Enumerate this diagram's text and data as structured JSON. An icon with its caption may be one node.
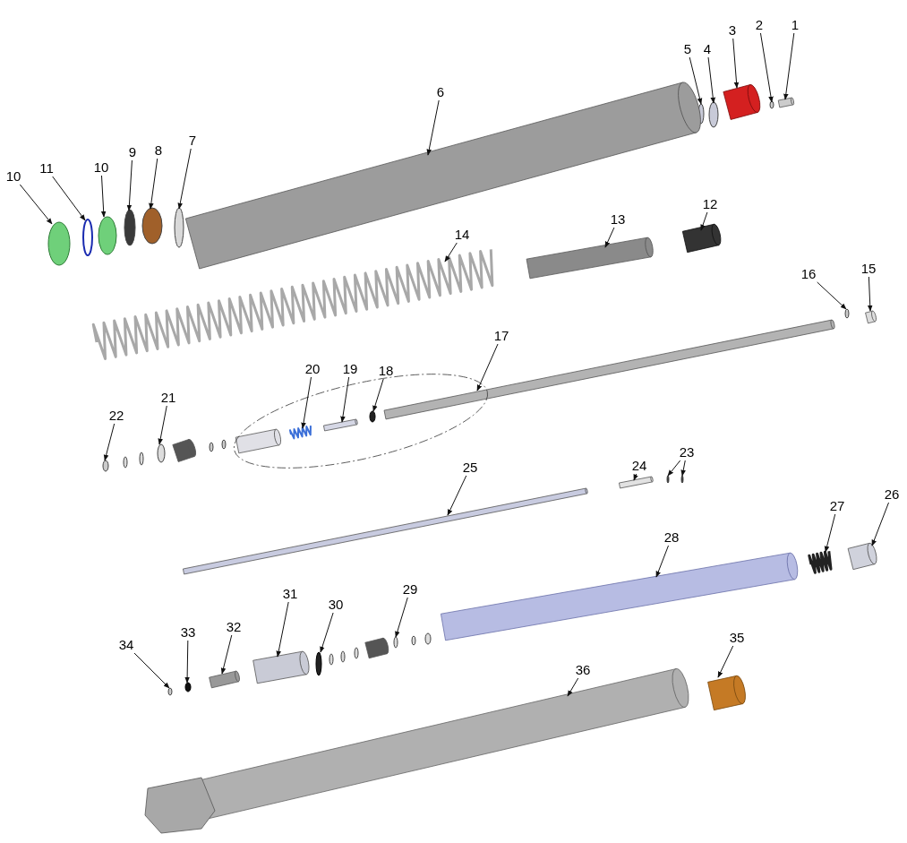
{
  "diagram": {
    "nodes": [
      {
        "text": [
          "1"
        ]
      },
      {
        "text": [
          "2"
        ]
      },
      {
        "text": [
          "3"
        ]
      },
      {
        "text": [
          "4"
        ]
      },
      {
        "text": [
          "5"
        ]
      },
      {
        "text": [
          "6"
        ]
      },
      {
        "text": [
          "7"
        ]
      },
      {
        "text": [
          "8"
        ]
      },
      {
        "text": [
          "9"
        ]
      },
      {
        "text": [
          "10"
        ]
      },
      {
        "text": [
          "11"
        ]
      },
      {
        "text": [
          "10"
        ]
      },
      {
        "text": [
          "12"
        ]
      },
      {
        "text": [
          "13"
        ]
      },
      {
        "text": [
          "14"
        ]
      },
      {
        "text": [
          "15"
        ]
      },
      {
        "text": [
          "16"
        ]
      },
      {
        "text": [
          "17"
        ]
      },
      {
        "text": [
          "18"
        ]
      },
      {
        "text": [
          "19"
        ]
      },
      {
        "text": [
          "20"
        ]
      },
      {
        "text": [
          "21"
        ]
      },
      {
        "text": [
          "22"
        ]
      },
      {
        "text": [
          "23"
        ]
      },
      {
        "text": [
          "24"
        ]
      },
      {
        "text": [
          "25"
        ]
      },
      {
        "text": [
          "26"
        ]
      },
      {
        "text": [
          "27"
        ]
      },
      {
        "text": [
          "28"
        ]
      },
      {
        "text": [
          "29"
        ]
      },
      {
        "text": [
          "30"
        ]
      },
      {
        "text": [
          "31"
        ]
      },
      {
        "text": [
          "32"
        ]
      },
      {
        "text": [
          "33"
        ]
      },
      {
        "text": [
          "34"
        ]
      },
      {
        "text": [
          "35"
        ]
      },
      {
        "text": [
          "36"
        ]
      },
      {
        "text": [],
        "shape": "cylinder"
      },
      {
        "text": [],
        "shape": "circle"
      },
      {
        "text": [],
        "shape": "cylinder"
      },
      {
        "text": [],
        "shape": "circle"
      },
      {
        "text": [],
        "shape": "circle"
      },
      {
        "text": [],
        "shape": "cylinder"
      },
      {
        "text": [],
        "shape": "circle"
      },
      {
        "text": [],
        "shape": "circle"
      },
      {
        "text": [],
        "shape": "circle"
      },
      {
        "text": [],
        "shape": "circle"
      },
      {
        "text": [],
        "shape": "circle"
      },
      {
        "text": [],
        "shape": "circle"
      },
      {
        "text": [],
        "shape": "cylinder"
      },
      {
        "text": [],
        "shape": "cylinder"
      },
      {
        "text": [],
        "shape": "picture"
      },
      {
        "text": [],
        "shape": "cylinder"
      },
      {
        "text": [],
        "shape": "circle"
      },
      {
        "text": [],
        "shape": "cylinder"
      },
      {
        "text": [],
        "shape": "circle"
      },
      {
        "text": [],
        "shape": "cylinder"
      },
      {
        "text": [],
        "shape": "picture"
      },
      {
        "text": [],
        "shape": "circle"
      },
      {
        "text": [],
        "shape": "circle"
      },
      {
        "text": [],
        "shape": "circle"
      },
      {
        "text": [],
        "shape": "circle"
      },
      {
        "text": [],
        "shape": "cylinder"
      },
      {
        "text": [],
        "shape": "cylinder"
      },
      {
        "text": [],
        "shape": "cylinder"
      },
      {
        "text": [],
        "shape": "picture"
      },
      {
        "text": [],
        "shape": "cylinder"
      },
      {
        "text": [],
        "shape": "circle"
      },
      {
        "text": [],
        "shape": "circle"
      },
      {
        "text": [],
        "shape": "cylinder"
      },
      {
        "text": [],
        "shape": "cylinder"
      },
      {
        "text": [],
        "shape": "circle"
      },
      {
        "text": [],
        "shape": "circle"
      },
      {
        "text": [],
        "shape": "cylinder"
      },
      {
        "text": [],
        "shape": "picture"
      },
      {
        "text": [],
        "shape": "cylinder"
      },
      {
        "text": [],
        "shape": "circle"
      },
      {
        "text": [],
        "shape": "circle"
      },
      {
        "text": [],
        "shape": "cylinder"
      },
      {
        "text": [],
        "shape": "circle"
      },
      {
        "text": [],
        "shape": "circle"
      },
      {
        "text": [],
        "shape": "cylinder"
      },
      {
        "text": [],
        "shape": "circle"
      },
      {
        "text": [],
        "shape": "circle"
      },
      {
        "text": [],
        "shape": "circle"
      },
      {
        "text": [],
        "shape": "circle"
      },
      {
        "text": [],
        "shape": "circle"
      }
    ],
    "edges": [
      {
        "from": 0,
        "to": 37,
        "arrow": "to"
      },
      {
        "from": 1,
        "to": 38,
        "arrow": "to"
      },
      {
        "from": 2,
        "to": 39,
        "arrow": "to"
      },
      {
        "from": 3,
        "to": 40,
        "arrow": "to"
      },
      {
        "from": 4,
        "to": 41,
        "arrow": "to"
      },
      {
        "from": 5,
        "to": 42,
        "arrow": "to"
      },
      {
        "from": 6,
        "to": 43,
        "arrow": "to"
      },
      {
        "from": 7,
        "to": 44,
        "arrow": "to"
      },
      {
        "from": 8,
        "to": 45,
        "arrow": "to"
      },
      {
        "from": 9,
        "to": 46,
        "arrow": "to"
      },
      {
        "from": 10,
        "to": 47,
        "arrow": "to"
      },
      {
        "from": 11,
        "to": 48,
        "arrow": "to"
      },
      {
        "from": 12,
        "to": 49,
        "arrow": "to"
      },
      {
        "from": 13,
        "to": 50,
        "arrow": "to"
      },
      {
        "from": 14,
        "to": 51,
        "arrow": "to"
      },
      {
        "from": 15,
        "to": 52,
        "arrow": "to"
      },
      {
        "from": 16,
        "to": 53,
        "arrow": "to"
      },
      {
        "from": 17,
        "to": 54,
        "arrow": "to"
      },
      {
        "from": 18,
        "to": 55,
        "arrow": "to"
      },
      {
        "from": 19,
        "to": 56,
        "arrow": "to"
      },
      {
        "from": 20,
        "to": 57,
        "arrow": "to"
      },
      {
        "from": 21,
        "to": 58,
        "arrow": "to"
      },
      {
        "from": 22,
        "to": 59,
        "arrow": "to"
      },
      {
        "from": 23,
        "to": 60,
        "arrow": "to"
      },
      {
        "from": 23,
        "to": 61,
        "arrow": "to"
      },
      {
        "from": 24,
        "to": 62,
        "arrow": "to"
      },
      {
        "from": 25,
        "to": 63,
        "arrow": "to"
      },
      {
        "from": 26,
        "to": 64,
        "arrow": "to"
      },
      {
        "from": 27,
        "to": 65,
        "arrow": "to"
      },
      {
        "from": 28,
        "to": 66,
        "arrow": "to"
      },
      {
        "from": 29,
        "to": 67,
        "arrow": "to"
      },
      {
        "from": 30,
        "to": 68,
        "arrow": "to"
      },
      {
        "from": 31,
        "to": 69,
        "arrow": "to"
      },
      {
        "from": 32,
        "to": 70,
        "arrow": "to"
      },
      {
        "from": 33,
        "to": 71,
        "arrow": "to"
      },
      {
        "from": 34,
        "to": 72,
        "arrow": "to"
      },
      {
        "from": 35,
        "to": 73,
        "arrow": "to"
      },
      {
        "from": 36,
        "to": 74,
        "arrow": "to"
      }
    ]
  }
}
